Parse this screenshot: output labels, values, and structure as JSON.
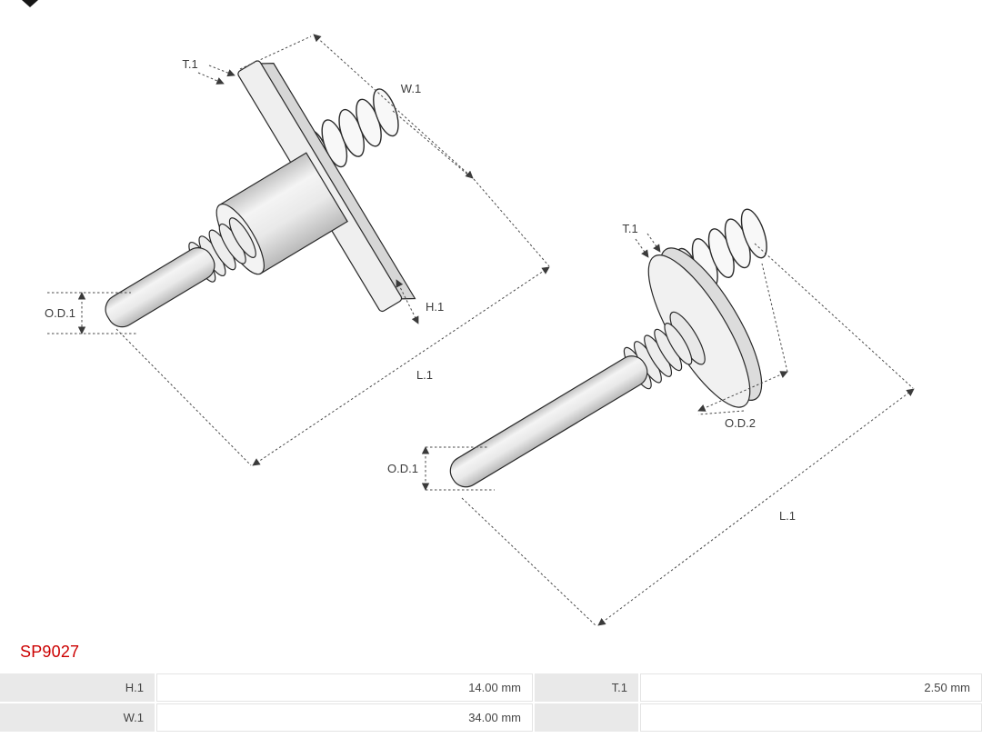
{
  "part_number": "SP9027",
  "colors": {
    "part_number": "#cc0000",
    "table_label_bg": "#e9e9e9",
    "line_art": "#2a2a2a"
  },
  "diagrams": {
    "left": {
      "t1": "T.1",
      "w1": "W.1",
      "h1": "H.1",
      "l1": "L.1",
      "od1": "O.D.1"
    },
    "right": {
      "t1": "T.1",
      "od2": "O.D.2",
      "od1": "O.D.1",
      "l1": "L.1"
    }
  },
  "spec_table": {
    "rows": [
      {
        "label1": "H.1",
        "value1": "14.00 mm",
        "label2": "T.1",
        "value2": "2.50 mm"
      },
      {
        "label1": "W.1",
        "value1": "34.00 mm",
        "label2": "",
        "value2": ""
      }
    ]
  }
}
